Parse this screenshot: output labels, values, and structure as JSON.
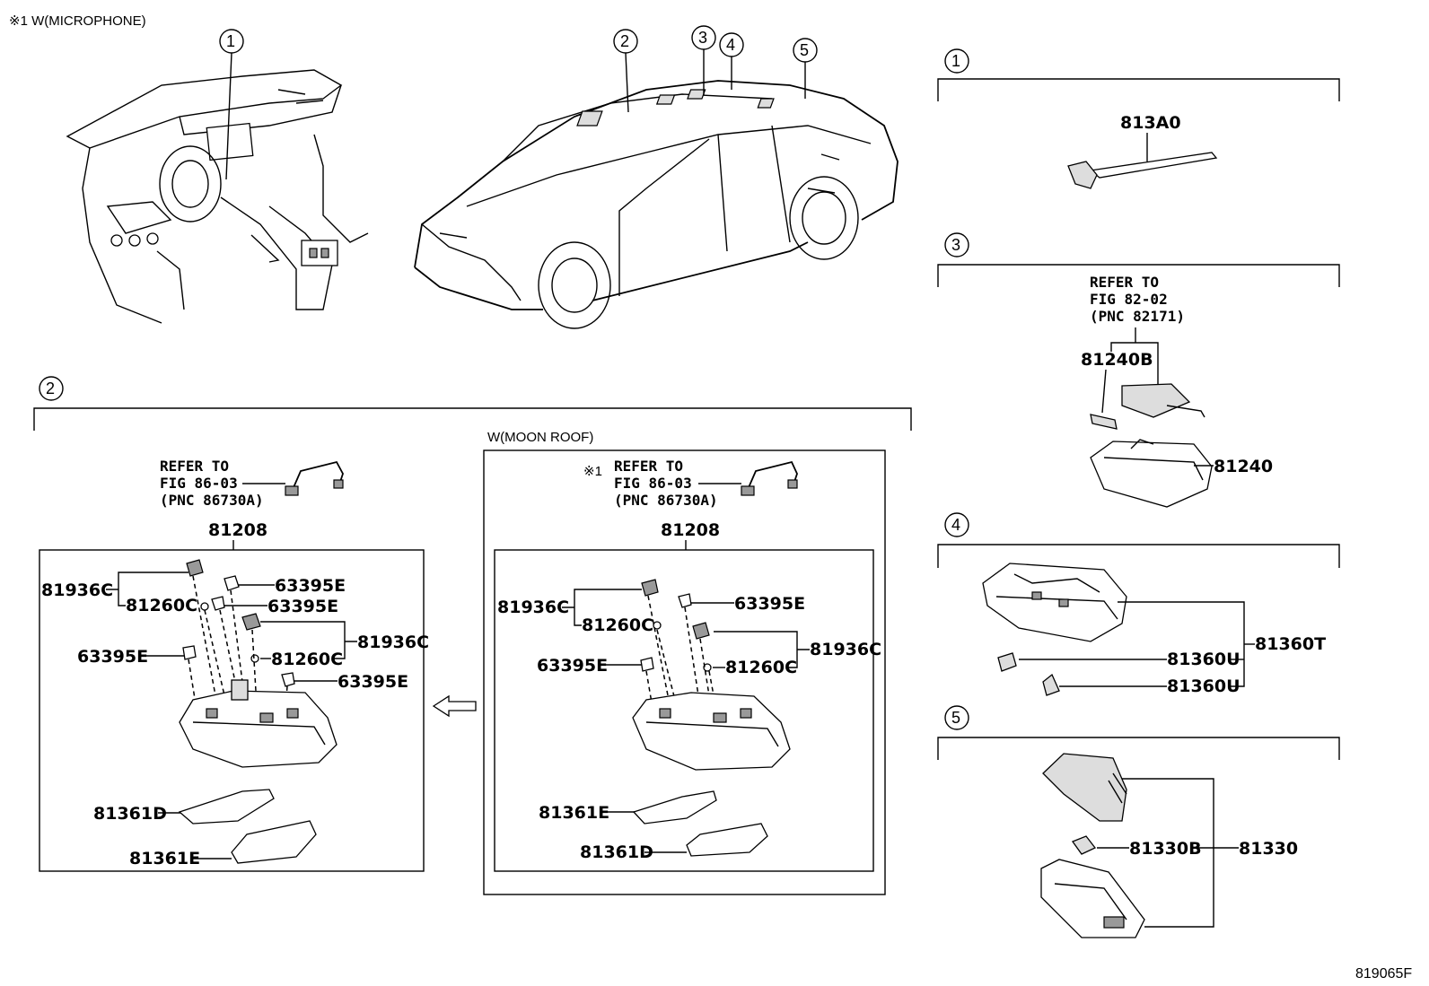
{
  "figure": {
    "header_note": "※1 W(MICROPHONE)",
    "figure_code": "819065F",
    "moon_roof_caption": "W(MOON ROOF)",
    "asterisk_ref": "※1"
  },
  "callouts": {
    "c1": "1",
    "c2": "2",
    "c3": "3",
    "c4": "4",
    "c5": "5"
  },
  "refer_notes": {
    "fig_86_03": [
      "REFER TO",
      "FIG 86-03",
      "(PNC 86730A)"
    ],
    "fig_82_02": [
      "REFER TO",
      "FIG 82-02",
      "(PNC 82171)"
    ]
  },
  "parts": {
    "p813A0": "813A0",
    "p81208": "81208",
    "p81936C": "81936C",
    "p81260C": "81260C",
    "p63395E": "63395E",
    "p81361D": "81361D",
    "p81361E": "81361E",
    "p81240B": "81240B",
    "p81240": "81240",
    "p81360T": "81360T",
    "p81360U": "81360U",
    "p81330B": "81330B",
    "p81330": "81330"
  }
}
